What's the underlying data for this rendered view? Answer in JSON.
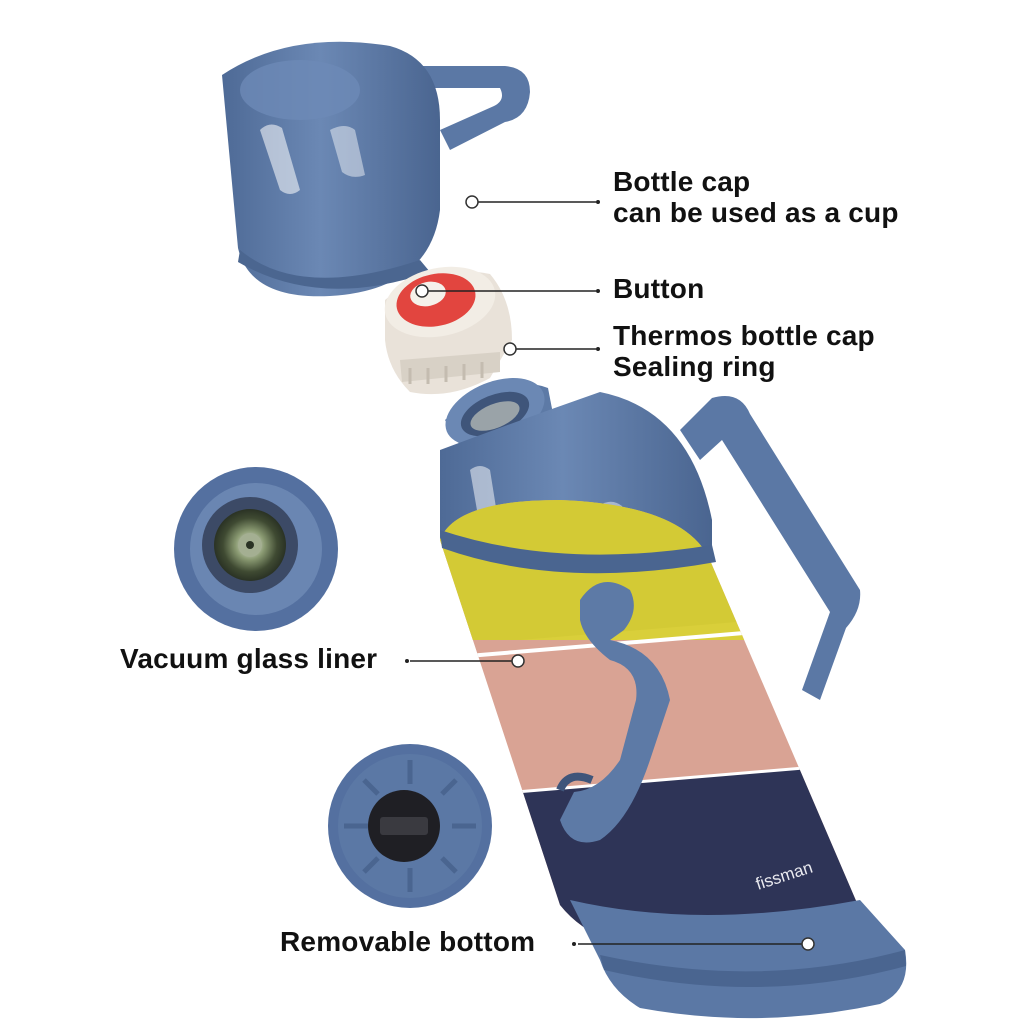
{
  "brand": "fissman",
  "colors": {
    "body_blue": "#5d7aa6",
    "yellow": "#d9cf3a",
    "pink": "#d9a394",
    "cream": "#ece6de",
    "navy": "#2e3457",
    "button_red": "#e2453f",
    "stopper": "#ece6dc"
  },
  "labels": {
    "cup": {
      "line1": "Bottle cap",
      "line2": "can be used as a cup"
    },
    "button": {
      "line1": "Button"
    },
    "stopper": {
      "line1": "Thermos bottle cap",
      "line2": "Sealing ring"
    },
    "liner": {
      "line1": "Vacuum glass liner"
    },
    "bottom": {
      "line1": "Removable bottom"
    }
  }
}
